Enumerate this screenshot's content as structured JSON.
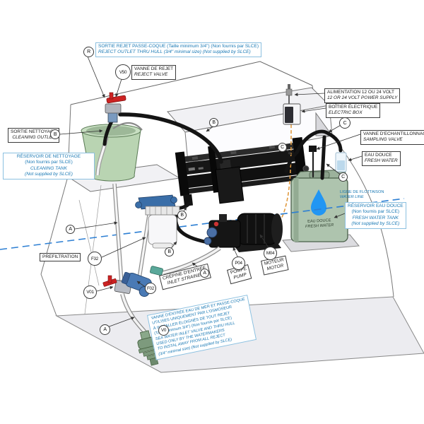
{
  "diagram": {
    "balloons": {
      "reject": "R",
      "reject_valve": "V50",
      "hose_b": "B",
      "sample_c": "C",
      "inlet_a": "A",
      "prefilter": "F32",
      "strainer": "F02",
      "pump": "P04",
      "motor": "M04",
      "inlet_valve": "V01",
      "thru_hull": "V0"
    },
    "labels": {
      "reject_outlet": {
        "fr": "SORTIE REJET PASSE-COQUE (Taille minimum 3/4\") (Non fournis par SLCE)",
        "en": "REJECT OUTLET THRU HULL (3/4\" minimal size) (Not supplied by SLCE)"
      },
      "reject_valve": {
        "fr": "VANNE DE REJET",
        "en": "REJECT VALVE"
      },
      "cleaning_outlet": {
        "fr": "SORTIE NETTOYAGE",
        "en": "CLEANING OUTLET"
      },
      "cleaning_tank": {
        "fr": "RÉSERVOIR DE NETTOYAGE",
        "fr_note": "(Non fournis par SLCE)",
        "en": "CLEANING TANK",
        "en_note": "(Not supplied by SLCE)"
      },
      "power_supply": {
        "fr": "ALIMENTATION 12 OU 24 VOLT",
        "en": "12 OR 24 VOLT POWER SUPPLY"
      },
      "electric_box": {
        "fr": "BOÎTIER ÉLECTRIQUE",
        "en": "ELECTRIC BOX"
      },
      "sampling_valve": {
        "fr": "VANNE D'ECHANTILLONNAGE",
        "en": "SAMPLING VALVE"
      },
      "fresh_water": {
        "fr": "EAU DOUCE",
        "en": "FRESH WATER"
      },
      "water_line": {
        "fr": "LIGNE DE FLOTTAISON",
        "en": "WATER LINE"
      },
      "fresh_water_tank": {
        "fr": "RÉSERVOIR EAU DOUCE",
        "fr_note": "(Non fournis par SLCE)",
        "en": "FRESH WATER TANK",
        "en_note": "(Not supplied by SLCE)"
      },
      "tank_marking": {
        "fr": "EAU DOUCE",
        "en": "FRESH WATER"
      },
      "prefiltration": {
        "fr": "PREFILTRATION"
      },
      "inlet_strainer": {
        "fr": "CRÉPINE D'ENTRÉE",
        "en": "INLET STRAINER"
      },
      "pump": {
        "fr": "POMPE",
        "en": "PUMP"
      },
      "motor": {
        "fr": "MOTEUR",
        "en": "MOTOR"
      },
      "inlet_note": {
        "lines": [
          "VANNE D'ENTRÉE EAU DE MER ET PASSE-COQUE",
          "UTILISES UNIQUEMENT PAR L'OSMOSEUR",
          "À INSTALLER ÉLOIGNÉS DE TOUT REJET",
          "(Taille minimum 3/4\") (Non fournis par SLCE)",
          "SEA WATER INLET VALVE AND THRU HULL",
          "USED ONLY BY THE WATERMAKERS",
          "TO INSTAL AWAY FROM ALL REJECT",
          "(3/4\" minimal size) (Not supplied by SLCE)"
        ]
      }
    },
    "colors": {
      "callout_blue": "#1878b4",
      "water_line_blue": "#2d7fd3",
      "drop_blue": "#2196f3",
      "tank_green": "#aec4ae",
      "bucket_green": "#b9d4b2",
      "valve_red": "#cc2222",
      "strainer_blue": "#4a7ab5",
      "cable_orange": "#e09a40"
    }
  }
}
